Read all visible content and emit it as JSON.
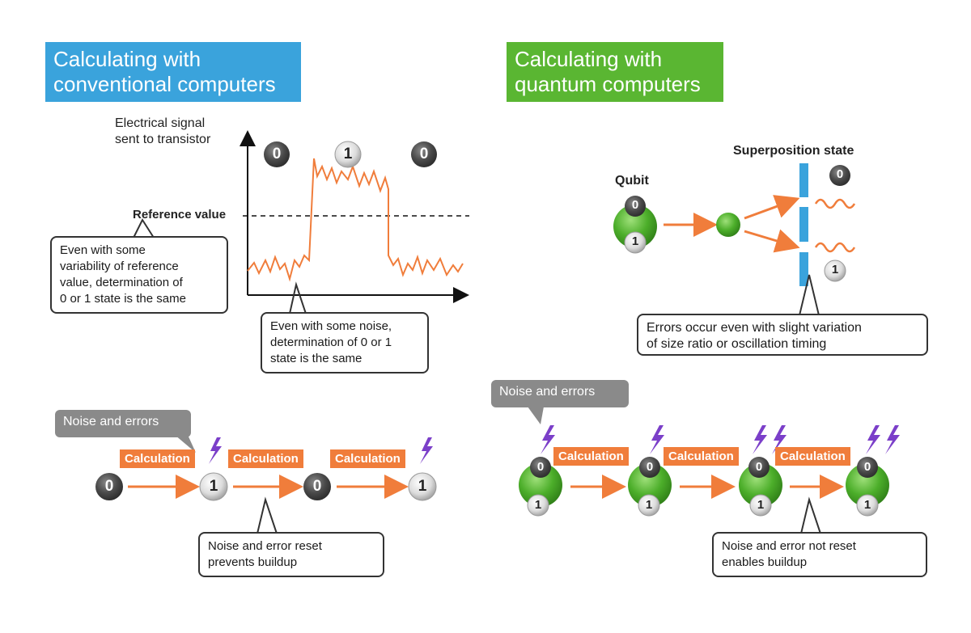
{
  "left": {
    "header": {
      "line1": "Calculating with",
      "line2": "conventional computers",
      "color": "#3aa3dc"
    },
    "y_label_line1": "Electrical signal",
    "y_label_line2": "sent to transistor",
    "reference_label": "Reference value",
    "bit_labels": [
      "0",
      "1",
      "0"
    ],
    "callout_reference": {
      "line1": "Even with some",
      "line2": "variability of reference",
      "line3": "value, determination of",
      "line4": "0 or 1 state is the same"
    },
    "callout_noise": {
      "line1": "Even with some noise,",
      "line2": "determination of 0 or 1",
      "line3": "state is the same"
    },
    "noise_tag": "Noise and errors",
    "calc_label": "Calculation",
    "chain_bits": [
      "0",
      "1",
      "0",
      "1"
    ],
    "callout_reset": {
      "line1": "Noise and error reset",
      "line2": "prevents buildup"
    }
  },
  "right": {
    "header": {
      "line1": "Calculating with",
      "line2": "quantum computers",
      "color": "#5ab632"
    },
    "superposition_title": "Superposition state",
    "qubit_title": "Qubit",
    "qubit_bits": [
      "0",
      "1"
    ],
    "callout_errors": {
      "line1": "Errors occur even with slight variation",
      "line2": "of size ratio or oscillation timing"
    },
    "noise_tag": "Noise and errors",
    "calc_label": "Calculation",
    "callout_buildup": {
      "line1": "Noise and error not reset",
      "line2": "enables buildup"
    }
  },
  "colors": {
    "orange": "#f07d3b",
    "purple": "#7b3fc9",
    "green": "#4cae2a",
    "blue": "#3aa3dc"
  }
}
